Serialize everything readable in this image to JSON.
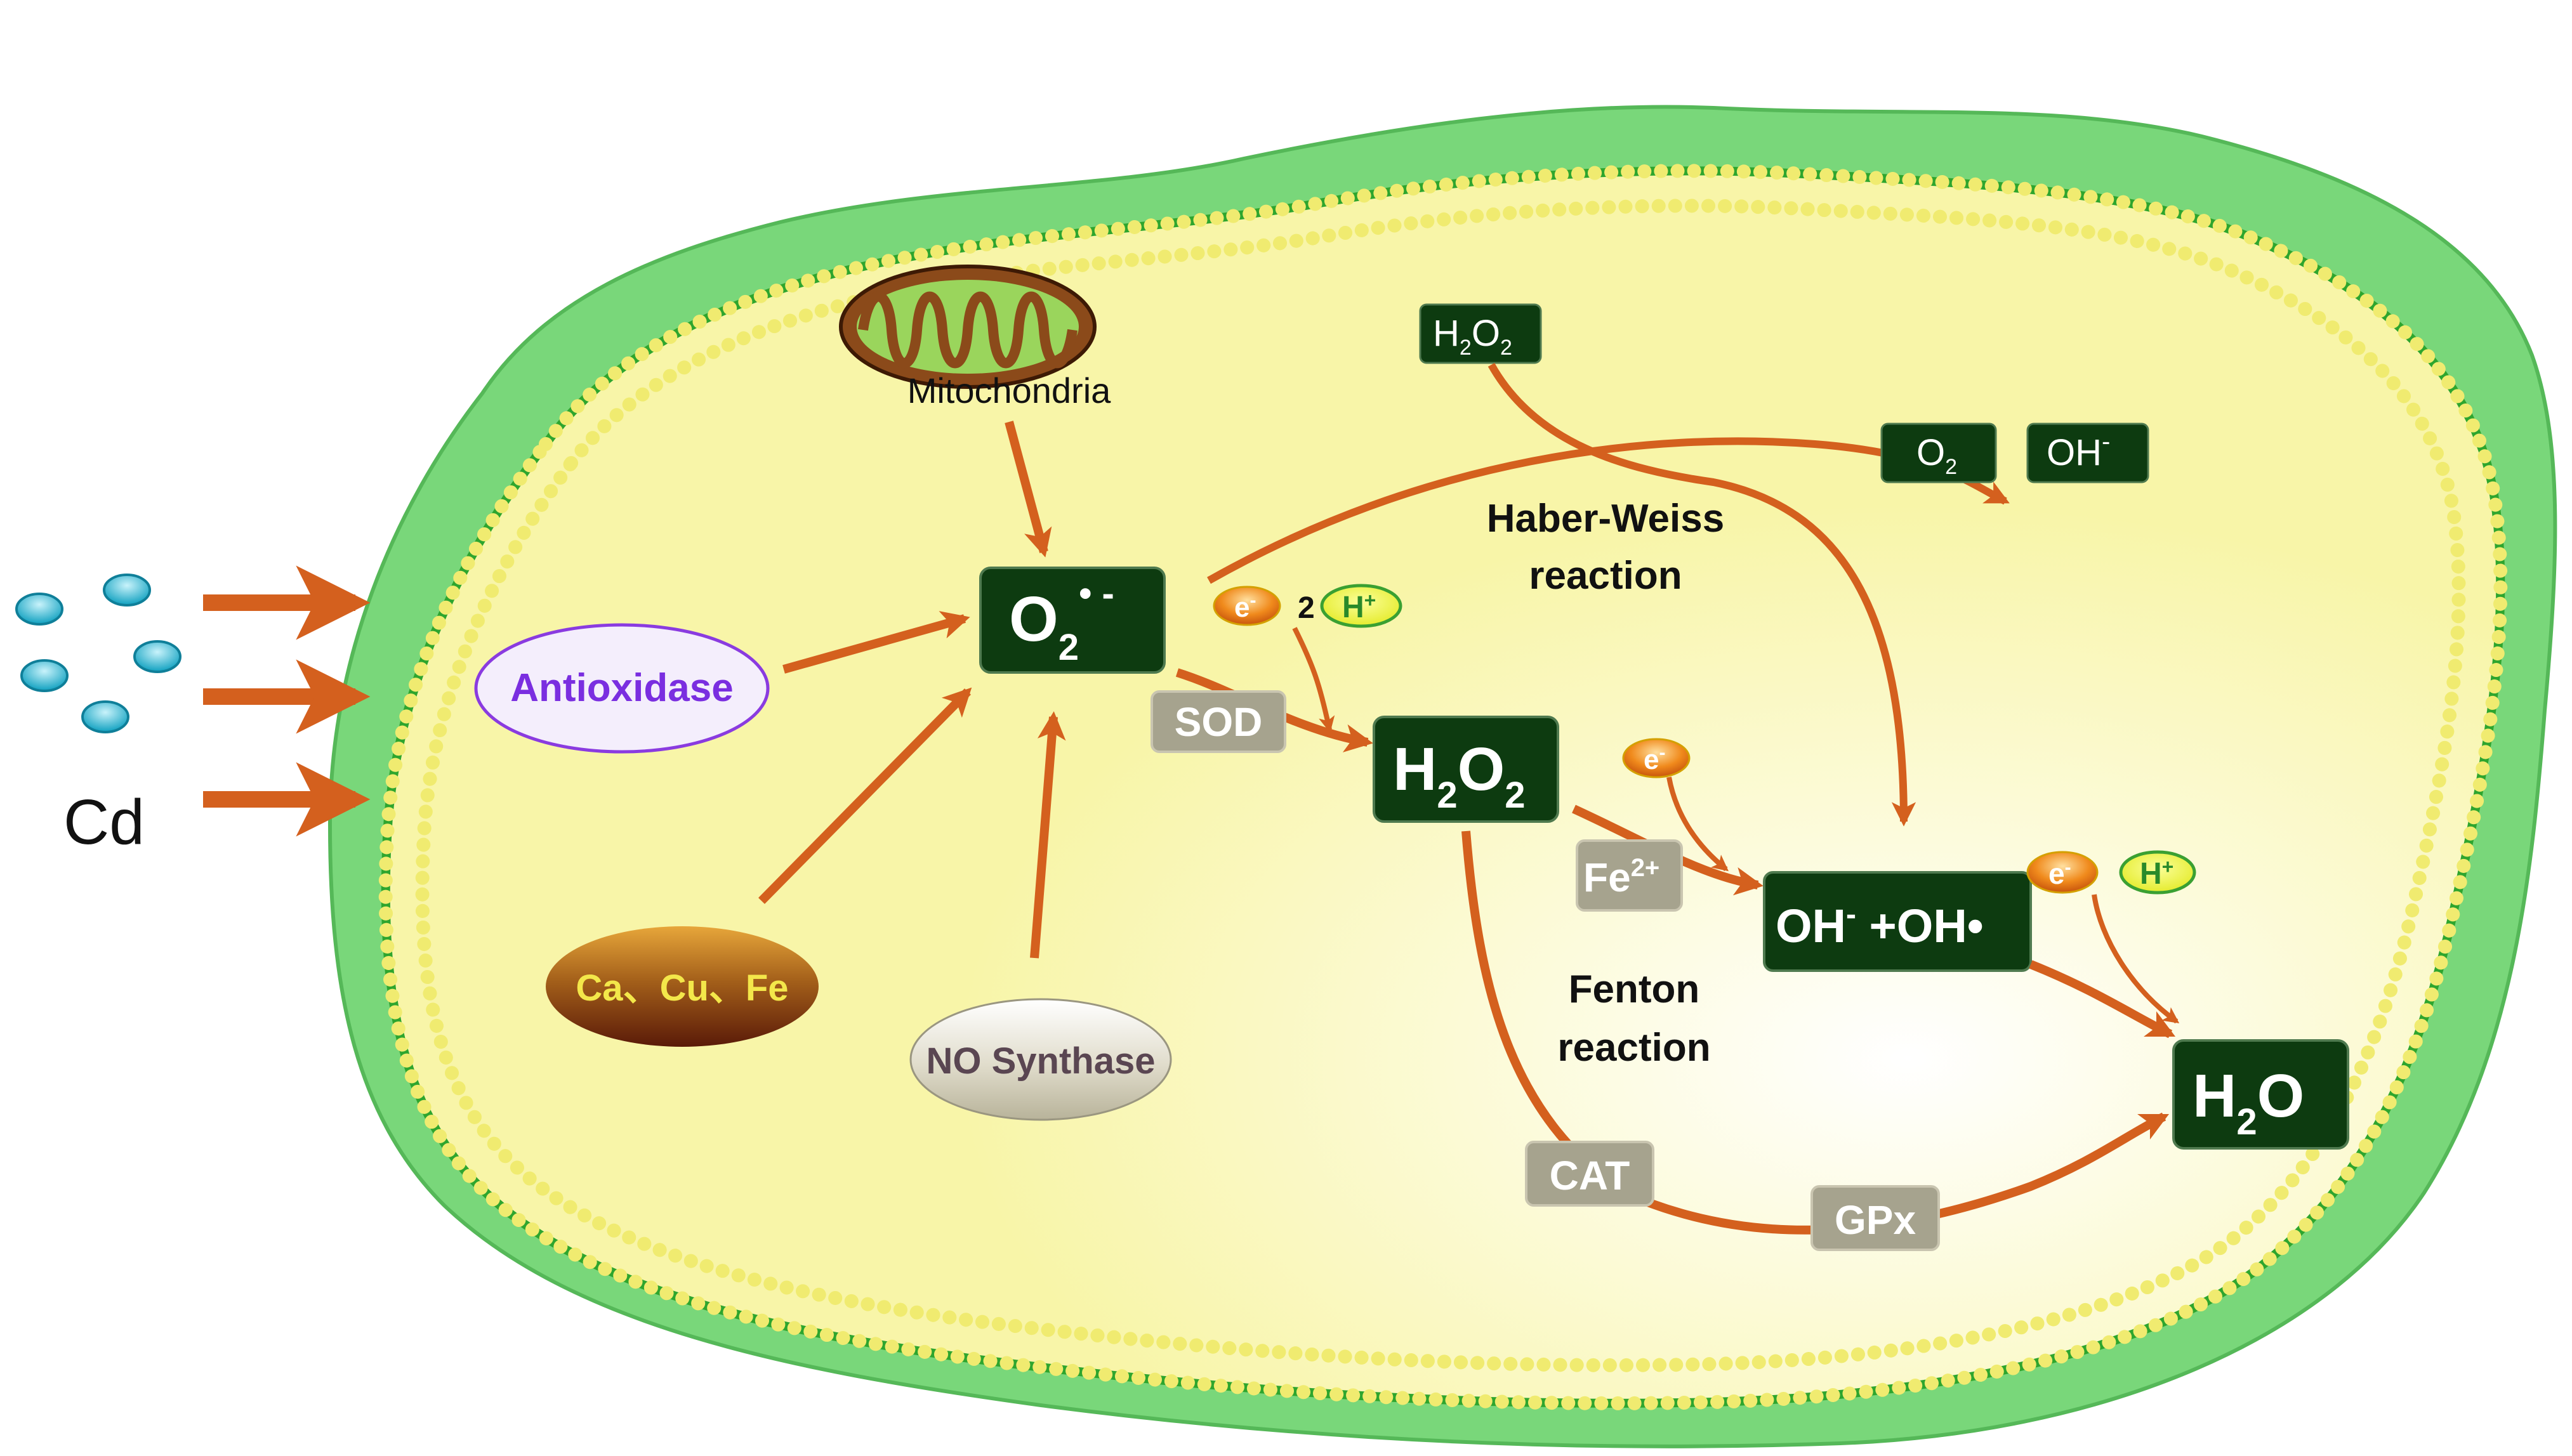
{
  "labels": {
    "cd": "Cd",
    "mitochondria": "Mitochondria",
    "antioxidase": "Antioxidase",
    "metals": "Ca、Cu、Fe",
    "no_synthase": "NO Synthase",
    "haber_weiss_1": "Haber-Weiss",
    "haber_weiss_2": "reaction",
    "fenton_1": "Fenton",
    "fenton_2": "reaction"
  },
  "species": {
    "superoxide_main": "O",
    "superoxide_sub": "2",
    "superoxide_sup": "• -",
    "h2o2_main_a": "H",
    "h2o2_main_b": "O",
    "h2o2_sub": "2",
    "h2o2_top_a": "H",
    "h2o2_top_b": "O",
    "o2_main": "O",
    "o2_sub": "2",
    "oh_minus": "OH",
    "minus_sign": "-",
    "hydroxyl_a": "OH",
    "hydroxyl_b": " +OH•",
    "water_a": "H",
    "water_sub": "2",
    "water_b": "O"
  },
  "enzymes": {
    "sod": "SOD",
    "fe": "Fe",
    "fe_sup": "2+",
    "cat": "CAT",
    "gpx": "GPx"
  },
  "particles": {
    "electron": "e",
    "electron_sup": "-",
    "proton": "H",
    "proton_sup": "+",
    "two": "2"
  },
  "colors": {
    "arrow": "#d4601e",
    "dark_box": "#0d3b10",
    "enzyme_box": "#a6a38e",
    "cytoplasm": "#f8f5a8",
    "cell_wall": "#79d77a",
    "membrane_dot": "#f0eb70",
    "membrane_line": "#2ea52e",
    "cd_particle": "#25b6cf",
    "antioxidase_text": "#7a2ee0",
    "metal_text": "#f3e74a",
    "electron": "#e87a16",
    "proton": "#ecf51d"
  }
}
